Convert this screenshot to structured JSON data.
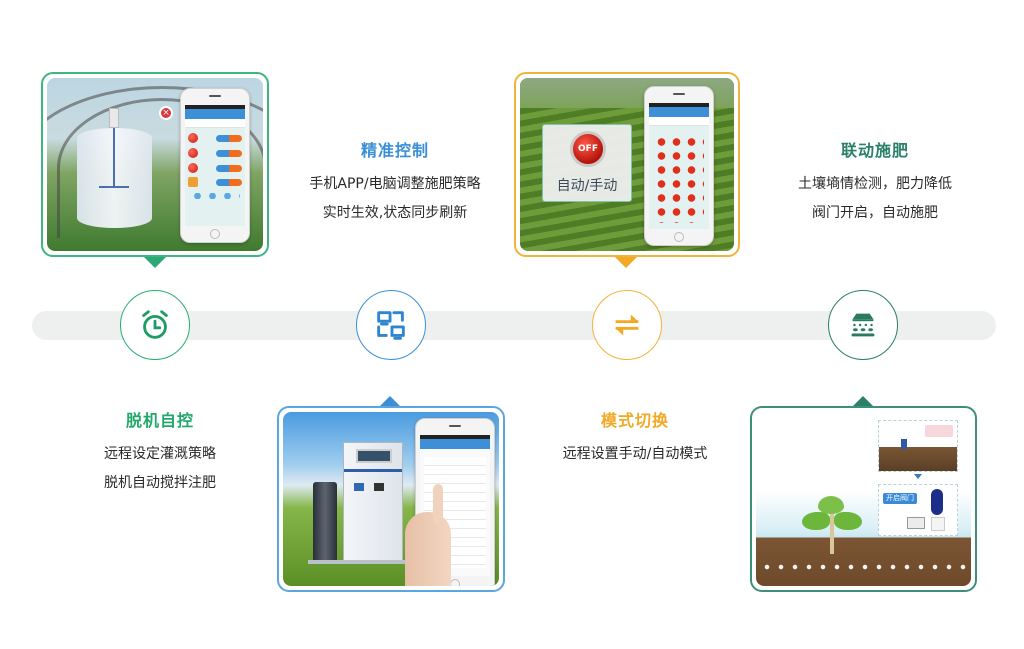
{
  "timeline": {
    "items": [
      {
        "id": "offline",
        "title": "脱机自控",
        "color": "#22a86b",
        "icon": "alarm-clock-icon",
        "description": [
          "远程设定灌溉策略",
          "脱机自动搅拌注肥"
        ],
        "image_position": "top",
        "text_position": "bottom"
      },
      {
        "id": "precise",
        "title": "精准控制",
        "color": "#3a8fd6",
        "icon": "network-computers-icon",
        "description": [
          "手机APP/电脑调整施肥策略",
          "实时生效,状态同步刷新"
        ],
        "image_position": "bottom",
        "text_position": "top"
      },
      {
        "id": "mode",
        "title": "模式切换",
        "color": "#f2a925",
        "icon": "switch-arrows-icon",
        "description": [
          "远程设置手动/自动模式"
        ],
        "image_position": "top",
        "text_position": "bottom"
      },
      {
        "id": "linkage",
        "title": "联动施肥",
        "color": "#2a8068",
        "icon": "soil-sensor-icon",
        "description": [
          "土壤墒情检测，肥力降低",
          "阀门开启，自动施肥"
        ],
        "image_position": "bottom",
        "text_position": "top"
      }
    ]
  },
  "images": {
    "greenhouse_mixer": {
      "alt": "greenhouse mixing tank with phone app"
    },
    "tea_field_switch": {
      "alt": "tea field with auto/manual switch",
      "overlay_button": "OFF",
      "overlay_label": "自动/手动"
    },
    "fertigation_machine": {
      "alt": "fertigation machine with phone touch"
    },
    "soil_sensor_valve": {
      "alt": "soil moisture sensor and valve",
      "valve_button": "开启阀门"
    }
  }
}
